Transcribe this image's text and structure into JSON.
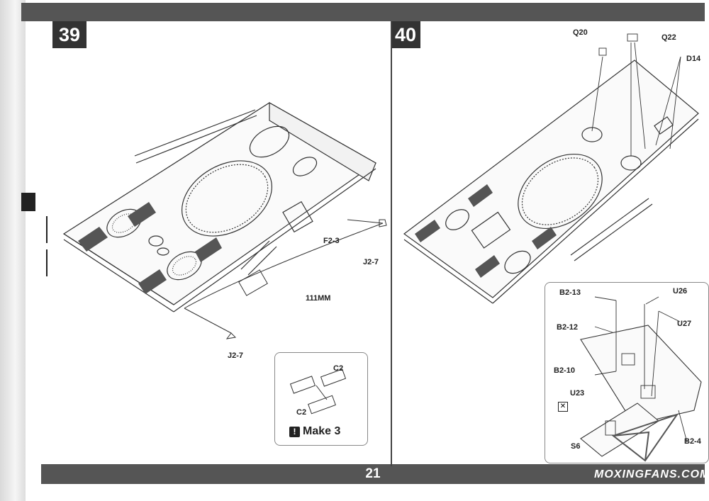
{
  "page_number": "21",
  "steps": [
    {
      "number": "39"
    },
    {
      "number": "40"
    }
  ],
  "step39": {
    "labels": {
      "f2_3": "F2-3",
      "j2_7_right": "J2-7",
      "j2_7_bottom": "J2-7",
      "length": "111MM"
    },
    "callout": {
      "c2_top": "C2",
      "c2_bottom": "C2",
      "make_icon": "!",
      "make_text": "Make 3"
    }
  },
  "step40": {
    "labels": {
      "q20": "Q20",
      "q22": "Q22",
      "d14": "D14"
    },
    "detail": {
      "b2_13": "B2-13",
      "b2_12": "B2-12",
      "b2_10": "B2-10",
      "u26": "U26",
      "u27": "U27",
      "u23": "U23",
      "s6": "S6",
      "b2_4": "B2-4"
    }
  },
  "watermark": "MOXINGFANS.COM",
  "colors": {
    "bar": "#555555",
    "badge": "#333333",
    "line": "#444444",
    "paper": "#ffffff"
  }
}
